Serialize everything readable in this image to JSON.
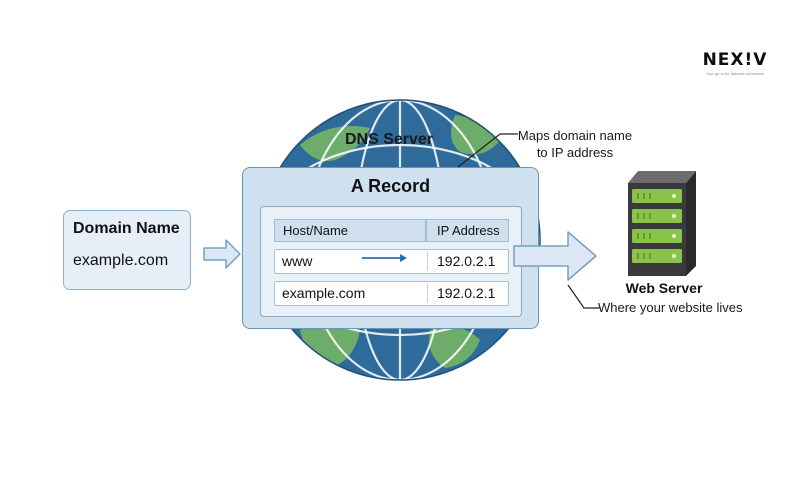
{
  "brand": {
    "logo": "NEX!V",
    "tagline": "Your go-to for dataset conversion"
  },
  "domain_box": {
    "title": "Domain Name",
    "value": "example.com"
  },
  "dns_server": {
    "label": "DNS Server",
    "note_lines": [
      "Maps domain name",
      "to IP address"
    ]
  },
  "record_panel": {
    "title": "A Record",
    "columns": [
      "Host/Name",
      "IP Address"
    ],
    "rows": [
      {
        "host": "www",
        "ip": "192.0.2.1"
      },
      {
        "host": "example.com",
        "ip": "192.0.2.1"
      }
    ]
  },
  "web_server": {
    "label": "Web Server",
    "note": "Where your website lives"
  },
  "colors": {
    "ocean": "#2f6b9a",
    "land": "#6dac6a",
    "panel": "#cfe0ef",
    "arrow_fill": "#dbe8f4",
    "arrow_stroke": "#7a9fbf",
    "server_body": "#3a3a3e",
    "server_led": "#8bc34a"
  },
  "icons": [
    "globe-icon",
    "server-icon",
    "arrow-right-icon"
  ]
}
